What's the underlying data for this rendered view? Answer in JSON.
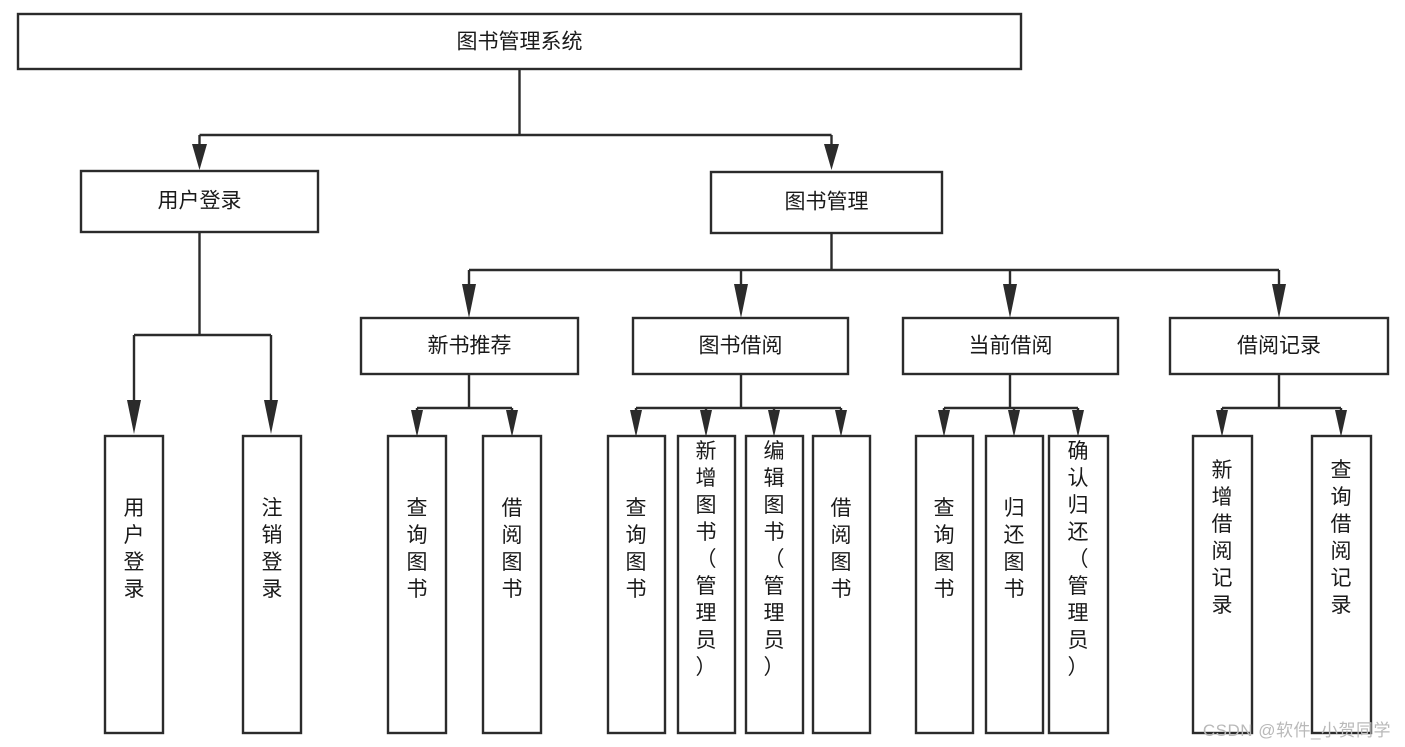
{
  "diagram": {
    "type": "tree-hierarchy-chart",
    "title_node": "图书管理系统",
    "watermark": "CSDN @软件_小贺同学",
    "colors": {
      "stroke": "#2b2b2b",
      "fill": "#ffffff",
      "text": "#1a1a1a",
      "watermark": "#b9b9b9",
      "background": "#ffffff"
    },
    "levels": {
      "level1": [
        {
          "id": "root",
          "label": "图书管理系统",
          "orientation": "horizontal"
        }
      ],
      "level2": [
        {
          "id": "user-login",
          "label": "用户登录",
          "orientation": "horizontal",
          "parent": "root"
        },
        {
          "id": "book-management",
          "label": "图书管理",
          "orientation": "horizontal",
          "parent": "root"
        }
      ],
      "level3": [
        {
          "id": "new-book-recommend",
          "label": "新书推荐",
          "orientation": "horizontal",
          "parent": "book-management"
        },
        {
          "id": "book-borrow",
          "label": "图书借阅",
          "orientation": "horizontal",
          "parent": "book-management"
        },
        {
          "id": "current-borrow",
          "label": "当前借阅",
          "orientation": "horizontal",
          "parent": "book-management"
        },
        {
          "id": "borrow-record",
          "label": "借阅记录",
          "orientation": "horizontal",
          "parent": "book-management"
        }
      ],
      "level4": [
        {
          "id": "leaf-user-login",
          "label": "用户登录",
          "orientation": "vertical",
          "parent": "user-login"
        },
        {
          "id": "leaf-user-logout",
          "label": "注销登录",
          "orientation": "vertical",
          "parent": "user-login"
        },
        {
          "id": "leaf-query-book-1",
          "label": "查询图书",
          "orientation": "vertical",
          "parent": "new-book-recommend"
        },
        {
          "id": "leaf-borrow-book-1",
          "label": "借阅图书",
          "orientation": "vertical",
          "parent": "new-book-recommend"
        },
        {
          "id": "leaf-query-book-2",
          "label": "查询图书",
          "orientation": "vertical",
          "parent": "book-borrow"
        },
        {
          "id": "leaf-add-book",
          "label": "新增图书（管理员）",
          "orientation": "vertical",
          "parent": "book-borrow"
        },
        {
          "id": "leaf-edit-book",
          "label": "编辑图书（管理员）",
          "orientation": "vertical",
          "parent": "book-borrow"
        },
        {
          "id": "leaf-borrow-book-2",
          "label": "借阅图书",
          "orientation": "vertical",
          "parent": "book-borrow"
        },
        {
          "id": "leaf-query-book-3",
          "label": "查询图书",
          "orientation": "vertical",
          "parent": "current-borrow"
        },
        {
          "id": "leaf-return-book",
          "label": "归还图书",
          "orientation": "vertical",
          "parent": "current-borrow"
        },
        {
          "id": "leaf-confirm-return",
          "label": "确认归还（管理员）",
          "orientation": "vertical",
          "parent": "current-borrow"
        },
        {
          "id": "leaf-add-borrow-record",
          "label": "新增借阅记录",
          "orientation": "vertical",
          "parent": "borrow-record"
        },
        {
          "id": "leaf-query-borrow-record",
          "label": "查询借阅记录",
          "orientation": "vertical",
          "parent": "borrow-record"
        }
      ]
    }
  }
}
